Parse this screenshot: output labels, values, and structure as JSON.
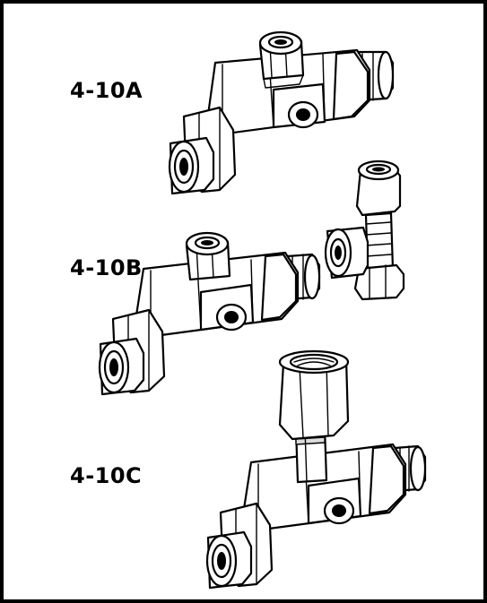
{
  "figure": {
    "labels": {
      "a": "4-10A",
      "b": "4-10B",
      "c": "4-10C"
    }
  },
  "colors": {
    "ink": "#000000",
    "paper": "#ffffff",
    "shadow": "#000000"
  }
}
